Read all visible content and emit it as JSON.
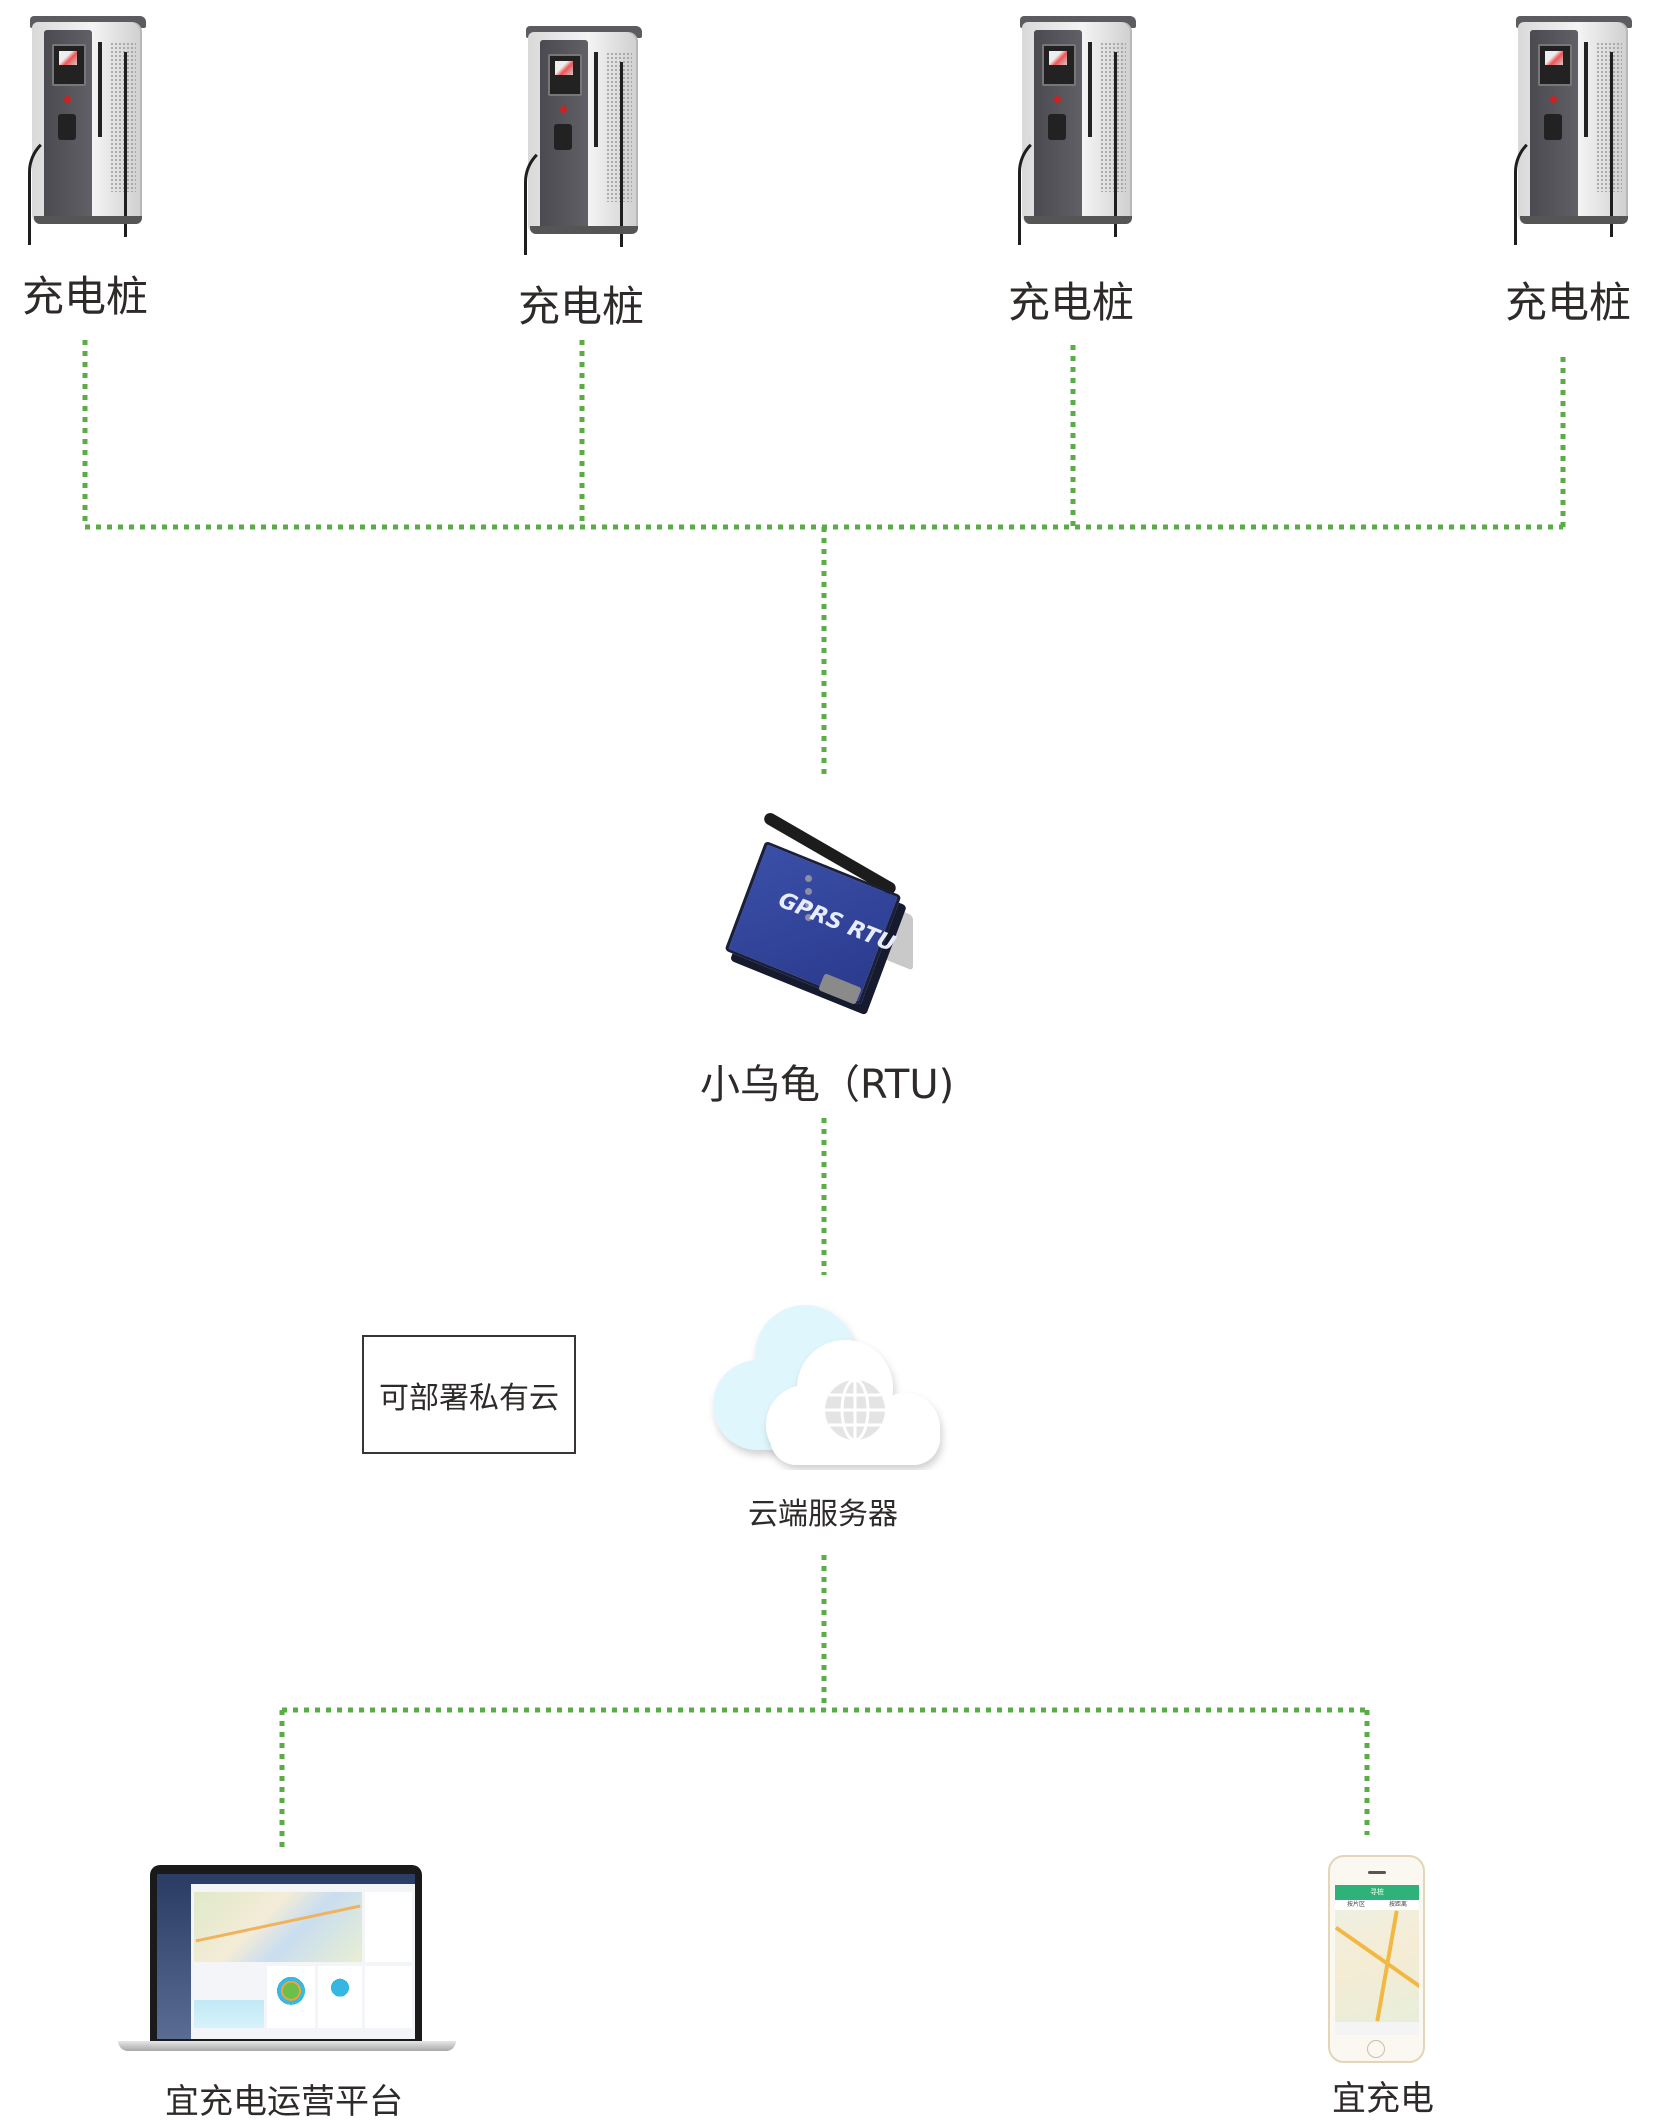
{
  "diagram": {
    "title": "",
    "line_color": "#5aad46",
    "chargers": [
      {
        "label": "充电桩",
        "icon": "charging-pile-icon"
      },
      {
        "label": "充电桩",
        "icon": "charging-pile-icon"
      },
      {
        "label": "充电桩",
        "icon": "charging-pile-icon"
      },
      {
        "label": "充电桩",
        "icon": "charging-pile-icon"
      }
    ],
    "rtu": {
      "label": "小乌龟（RTU)",
      "device_text": "GPRS RTU",
      "icon": "gprs-rtu-device-icon"
    },
    "cloud": {
      "label": "云端服务器",
      "icon": "cloud-globe-icon"
    },
    "private_cloud_note": "可部署私有云",
    "clients": [
      {
        "label": "宜充电运营平台",
        "icon": "laptop-dashboard-icon"
      },
      {
        "label": "宜充电",
        "icon": "mobile-app-icon",
        "screen_title": "寻桩",
        "screen_tabs": [
          "按片区",
          "按距离"
        ]
      }
    ],
    "edges": [
      {
        "from": "充电桩",
        "to": "小乌龟（RTU)"
      },
      {
        "from": "小乌龟（RTU)",
        "to": "云端服务器"
      },
      {
        "from": "云端服务器",
        "to": "宜充电运营平台"
      },
      {
        "from": "云端服务器",
        "to": "宜充电"
      }
    ]
  }
}
